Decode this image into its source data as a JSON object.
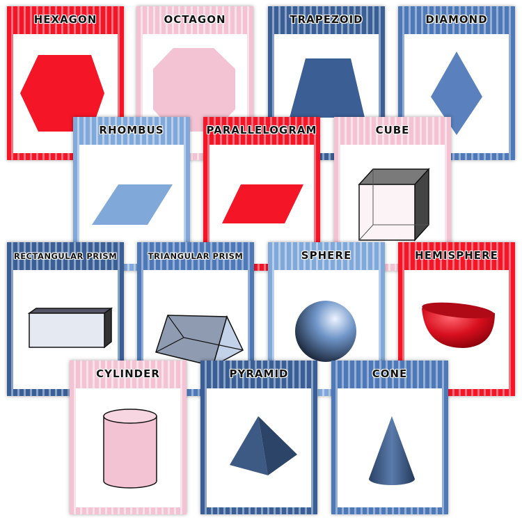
{
  "cards": [
    {
      "label": "HEXAGON",
      "theme": "red",
      "color": "#f41527"
    },
    {
      "label": "OCTAGON",
      "theme": "pink",
      "color": "#f4c3d3"
    },
    {
      "label": "TRAPEZOID",
      "theme": "dark-blue",
      "color": "#3b5f95"
    },
    {
      "label": "DIAMOND",
      "theme": "mid-blue",
      "color": "#4e78b6"
    },
    {
      "label": "RHOMBUS",
      "theme": "light-blue",
      "color": "#80a8d8"
    },
    {
      "label": "PARALLELOGRAM",
      "theme": "red",
      "color": "#f41527"
    },
    {
      "label": "CUBE",
      "theme": "pink",
      "color": "#f4c3d3"
    },
    {
      "label": "RECTANGULAR PRISM",
      "theme": "dark-blue",
      "color": "#3b5f95"
    },
    {
      "label": "TRIANGULAR PRISM",
      "theme": "mid-blue",
      "color": "#4e78b6"
    },
    {
      "label": "SPHERE",
      "theme": "light-blue",
      "color": "#80a8d8"
    },
    {
      "label": "HEMISPHERE",
      "theme": "red",
      "color": "#f41527"
    },
    {
      "label": "CYLINDER",
      "theme": "pink",
      "color": "#f4c3d3"
    },
    {
      "label": "PYRAMID",
      "theme": "dark-blue",
      "color": "#3b5f95"
    },
    {
      "label": "CONE",
      "theme": "mid-blue",
      "color": "#4e78b6"
    }
  ]
}
